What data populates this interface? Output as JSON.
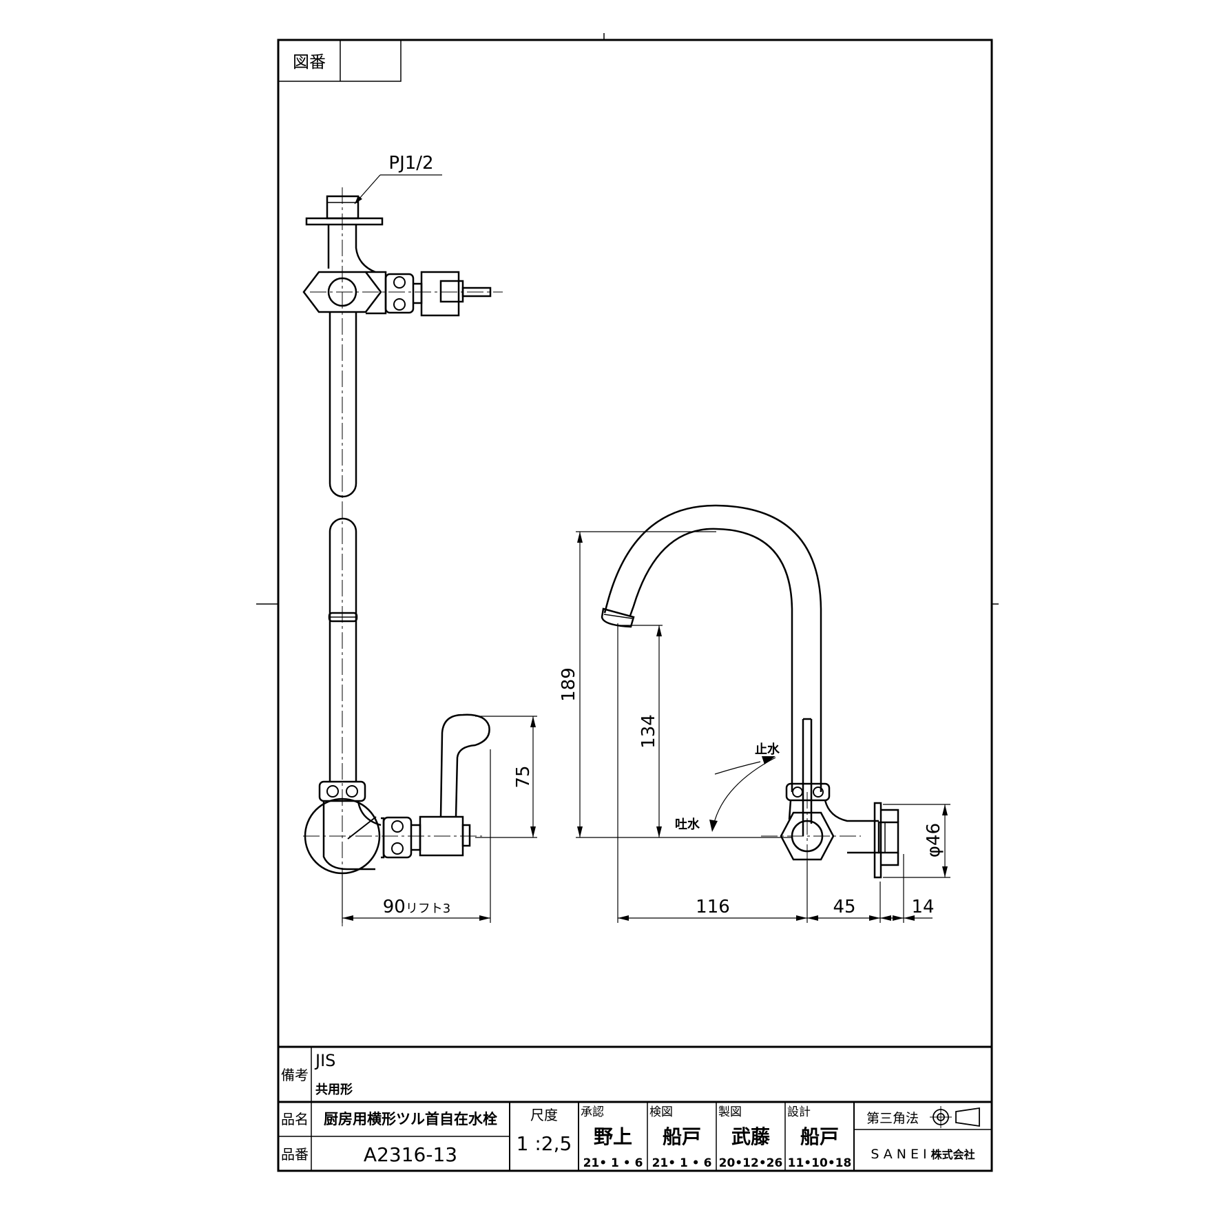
{
  "drawing_no_label": "図番",
  "drawing_no_value": "",
  "callout_thread": "PJ1/2",
  "dimensions": {
    "height_total": "189",
    "height_spout": "134",
    "handle_height": "75",
    "handle_width": "90",
    "handle_width_note": "リフト3",
    "spout_reach": "116",
    "body_depth": "45",
    "flange_depth": "14",
    "flange_dia": "φ46"
  },
  "flow_labels": {
    "stop": "止水",
    "discharge": "吐水"
  },
  "remarks_label": "備考",
  "remarks": [
    "JIS",
    "共用形"
  ],
  "product_name_label": "品名",
  "product_name": "厨房用横形ツル首自在水栓",
  "product_no_label": "品番",
  "product_no": "A2316-13",
  "scale_label": "尺度",
  "scale": "1 :2,5",
  "approvals": [
    {
      "role": "承認",
      "name": "野上",
      "date": "21• 1 • 6"
    },
    {
      "role": "検図",
      "name": "船戸",
      "date": "21• 1 • 6"
    },
    {
      "role": "製図",
      "name": "武藤",
      "date": "20•12•26"
    },
    {
      "role": "設計",
      "name": "船戸",
      "date": "11•10•18"
    }
  ],
  "projection_label": "第三角法",
  "company": "SANEI",
  "company_suffix": "株式会社"
}
